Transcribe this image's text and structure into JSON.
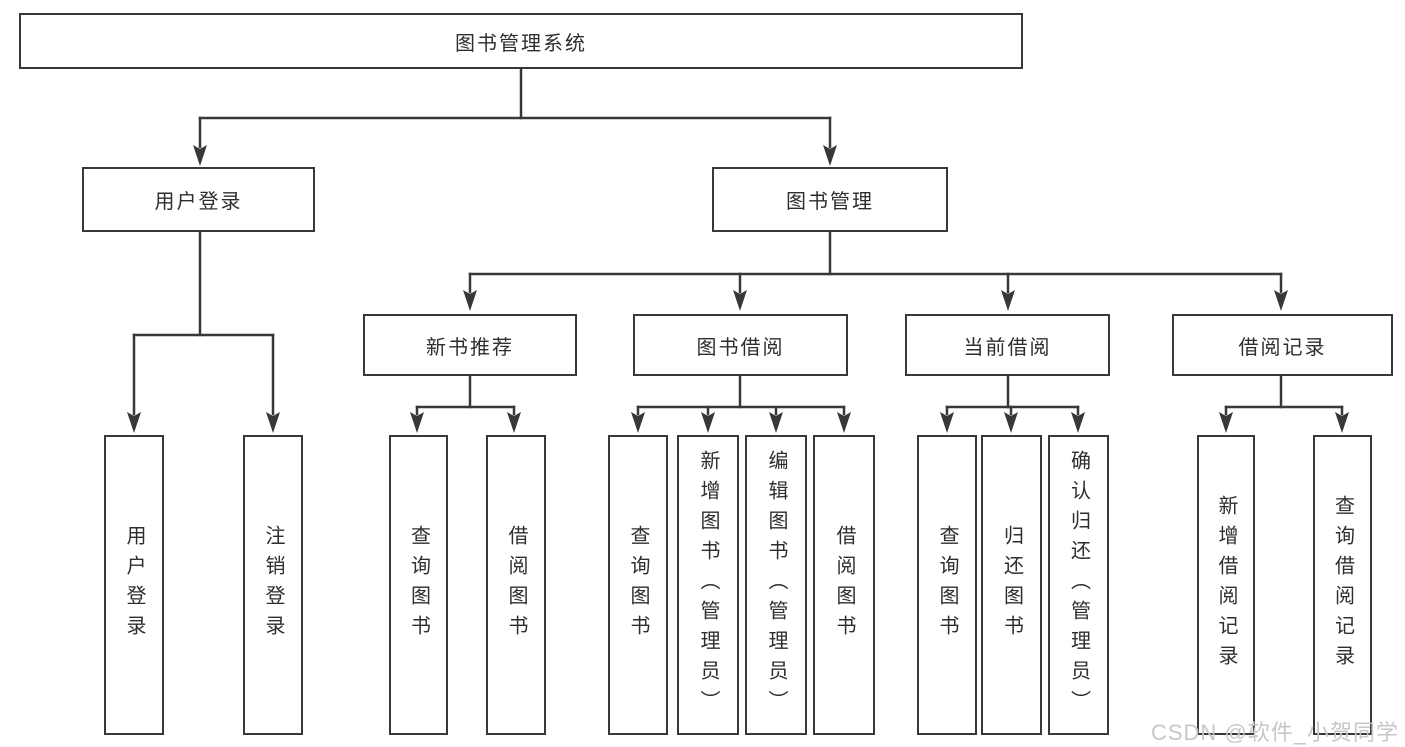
{
  "tree": {
    "label": "图书管理系统",
    "children": [
      {
        "label": "用户登录",
        "children": [
          {
            "label": "用户登录"
          },
          {
            "label": "注销登录"
          }
        ]
      },
      {
        "label": "图书管理",
        "children": [
          {
            "label": "新书推荐",
            "children": [
              {
                "label": "查询图书"
              },
              {
                "label": "借阅图书"
              }
            ]
          },
          {
            "label": "图书借阅",
            "children": [
              {
                "label": "查询图书"
              },
              {
                "label": "新增图书（管理员）"
              },
              {
                "label": "编辑图书（管理员）"
              },
              {
                "label": "借阅图书"
              }
            ]
          },
          {
            "label": "当前借阅",
            "children": [
              {
                "label": "查询图书"
              },
              {
                "label": "归还图书"
              },
              {
                "label": "确认归还（管理员）"
              }
            ]
          },
          {
            "label": "借阅记录",
            "children": [
              {
                "label": "新增借阅记录"
              },
              {
                "label": "查询借阅记录"
              }
            ]
          }
        ]
      }
    ]
  },
  "watermark": {
    "text": "CSDN @软件_小贺同学"
  },
  "colors": {
    "line": "#383838",
    "box_border": "#383838",
    "box_background": "#ffffff",
    "text": "#2e2e2e",
    "watermark": "#c7c7c9",
    "background": "#ffffff"
  }
}
